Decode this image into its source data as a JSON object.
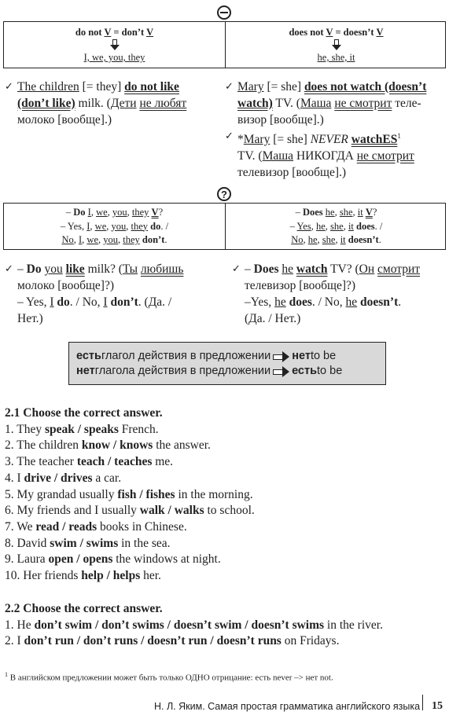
{
  "negative": {
    "left_rule": [
      "do not ",
      "V",
      " = don’t ",
      "V"
    ],
    "left_pronouns": "I, we, you, they",
    "right_rule": [
      "does not ",
      "V",
      " = doesn’t ",
      "V"
    ],
    "right_pronouns": "he, she, it"
  },
  "neg_examples": {
    "left": {
      "p1": "The children",
      "p2": " [= they] ",
      "p3": "do not like",
      "p4": "(don’t like)",
      "p5": " milk. (",
      "p6": "Дети",
      "p7": " ",
      "p8": "не любят",
      "p9": "молоко [вообще].)"
    },
    "right1": {
      "p1": "Mary",
      "p2": " [= she] ",
      "p3": "does not watch (doesn’t",
      "p4": "watch)",
      "p5": " TV. (",
      "p6": "Маша",
      "p7": " ",
      "p8": "не смотрит",
      "p9": " теле-",
      "p10": "визор [вообще].)"
    },
    "right2": {
      "p1": "*",
      "p2": "Mary",
      "p3": " [= she] ",
      "p4": "NEVER",
      "p5": " ",
      "p6": "watchES",
      "p7": "1",
      "p8": "TV. (",
      "p9": "Маша",
      "p10": " НИКОГДА ",
      "p11": "не смотрит",
      "p12": "телевизор [вообще].)"
    }
  },
  "question": {
    "left_l1": [
      "– ",
      "Do ",
      "I",
      ", ",
      "we",
      ", ",
      "you",
      ", ",
      "they",
      " ",
      "V",
      "?"
    ],
    "left_l2": [
      "– Yes, ",
      "I",
      ", ",
      "we",
      ", ",
      "you",
      ", ",
      "they",
      " ",
      "do",
      ". /"
    ],
    "left_l3": [
      "No",
      ", ",
      "I",
      ", ",
      "we",
      ", ",
      "you",
      ", ",
      "they",
      " ",
      "don’t",
      "."
    ],
    "right_l1": [
      "– ",
      "Does ",
      "he",
      ", ",
      "she",
      ", ",
      "it",
      " ",
      "V",
      "?"
    ],
    "right_l2": [
      "– ",
      "Yes",
      ", ",
      "he",
      ", ",
      "she",
      ", ",
      "it",
      " ",
      "does",
      ". /"
    ],
    "right_l3": [
      "No",
      ", ",
      "he",
      ", ",
      "she",
      ", ",
      "it",
      " ",
      "doesn’t",
      "."
    ]
  },
  "q_examples": {
    "left": {
      "a1": "– ",
      "a2": "Do ",
      "a3": "you",
      "a4": " ",
      "a5": "like",
      "a6": " milk? (",
      "a7": "Ты",
      "a8": " ",
      "a9": "любишь",
      "b1": "молоко [вообще]?)",
      "c1": "– Yes, ",
      "c2": "I",
      "c3": " ",
      "c4": "do",
      "c5": ". / No, ",
      "c6": "I",
      "c7": " ",
      "c8": "don’t",
      "c9": ". (Да. /",
      "d1": "Нет.)"
    },
    "right": {
      "a1": "– ",
      "a2": "Does ",
      "a3": "he",
      "a4": " ",
      "a5": "watch",
      "a6": " TV? (",
      "a7": "Он",
      "a8": " ",
      "a9": "смотрит",
      "b1": "телевизор [вообще]?)",
      "c1": "–Yes, ",
      "c2": "he",
      "c3": " ",
      "c4": "does",
      "c5": ". / No, ",
      "c6": "he",
      "c7": " ",
      "c8": "doesn’t",
      "c9": ".",
      "d1": "(Да. / Нет.)"
    }
  },
  "rule_box": {
    "l1_a": "есть",
    "l1_b": " глагол действия в предложении",
    "l1_c": "нет",
    "l1_d": " to be",
    "l2_a": "нет",
    "l2_b": " глагола действия в предложении",
    "l2_c": "есть",
    "l2_d": " to be"
  },
  "exercise1": {
    "title": "2.1 Choose the correct answer.",
    "items": [
      [
        "1. They ",
        "speak / speaks",
        " French."
      ],
      [
        "2. The children ",
        "know / knows",
        " the answer."
      ],
      [
        "3. The teacher ",
        "teach / teaches",
        " me."
      ],
      [
        "4. I ",
        "drive / drives",
        " a car."
      ],
      [
        "5. My grandad usually ",
        "fish / fishes",
        " in the morning."
      ],
      [
        "6. My friends and I usually ",
        "walk / walks",
        " to school."
      ],
      [
        "7. We ",
        "read / reads",
        " books in Chinese."
      ],
      [
        "8. David ",
        "swim / swims",
        " in the sea."
      ],
      [
        "9. Laura ",
        "open / opens",
        " the windows at night."
      ],
      [
        "10. Her friends ",
        "help / helps",
        " her."
      ]
    ]
  },
  "exercise2": {
    "title": "2.2 Choose the correct answer.",
    "items": [
      [
        "1. He ",
        "don’t swim / don’t swims / doesn’t swim / doesn’t swims",
        " in the river."
      ],
      [
        "2. I ",
        "don’t run / don’t runs / doesn’t run / doesn’t runs",
        " on Fridays."
      ]
    ]
  },
  "footnote": {
    "mark": "1",
    "text": " В английском предложении может быть только ОДНО отрицание: есть never –> нет not."
  },
  "footer": {
    "text": "Н. Л. Яким. Самая простая грамматика английского языка",
    "page": "15"
  }
}
